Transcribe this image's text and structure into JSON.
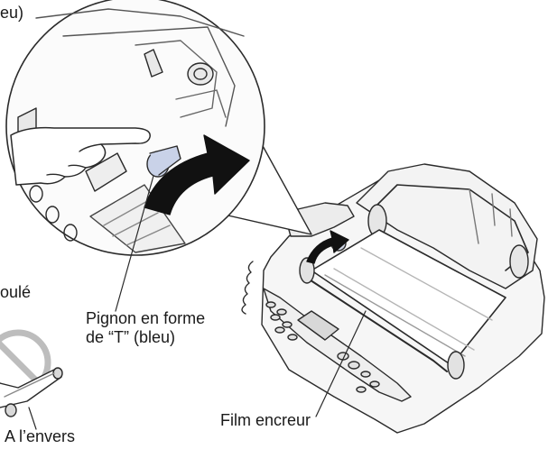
{
  "labels": {
    "top_left_fragment": "eu)",
    "left_mid_fragment": "oulé",
    "pignon_line1": "Pignon en forme",
    "pignon_line2": "de “T” (bleu)",
    "film": "Film encreur",
    "envers": "A l’envers"
  },
  "illustration": {
    "subject": "fax machine with open lid, ink film rolls and blue T-shaped gear, magnified inset with finger turning gear",
    "icons": [
      "magnified-inset",
      "pointing-hand-icon",
      "rotation-arrow-icon",
      "prohibited-sign-icon",
      "film-roll-icon"
    ]
  }
}
